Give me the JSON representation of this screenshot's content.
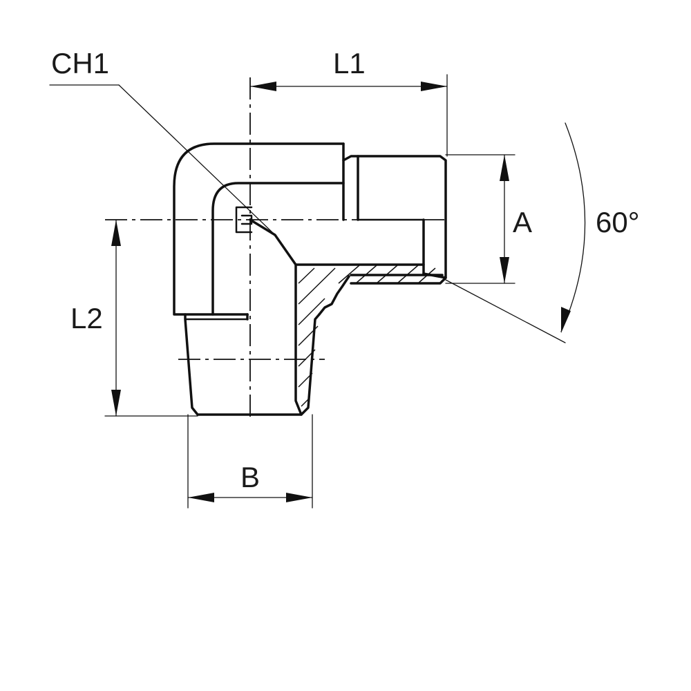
{
  "labels": {
    "ch1": "CH1",
    "l1": "L1",
    "l2": "L2",
    "a": "A",
    "b": "B",
    "angle": "60°"
  },
  "colors": {
    "line": "#111111",
    "background": "#ffffff"
  }
}
